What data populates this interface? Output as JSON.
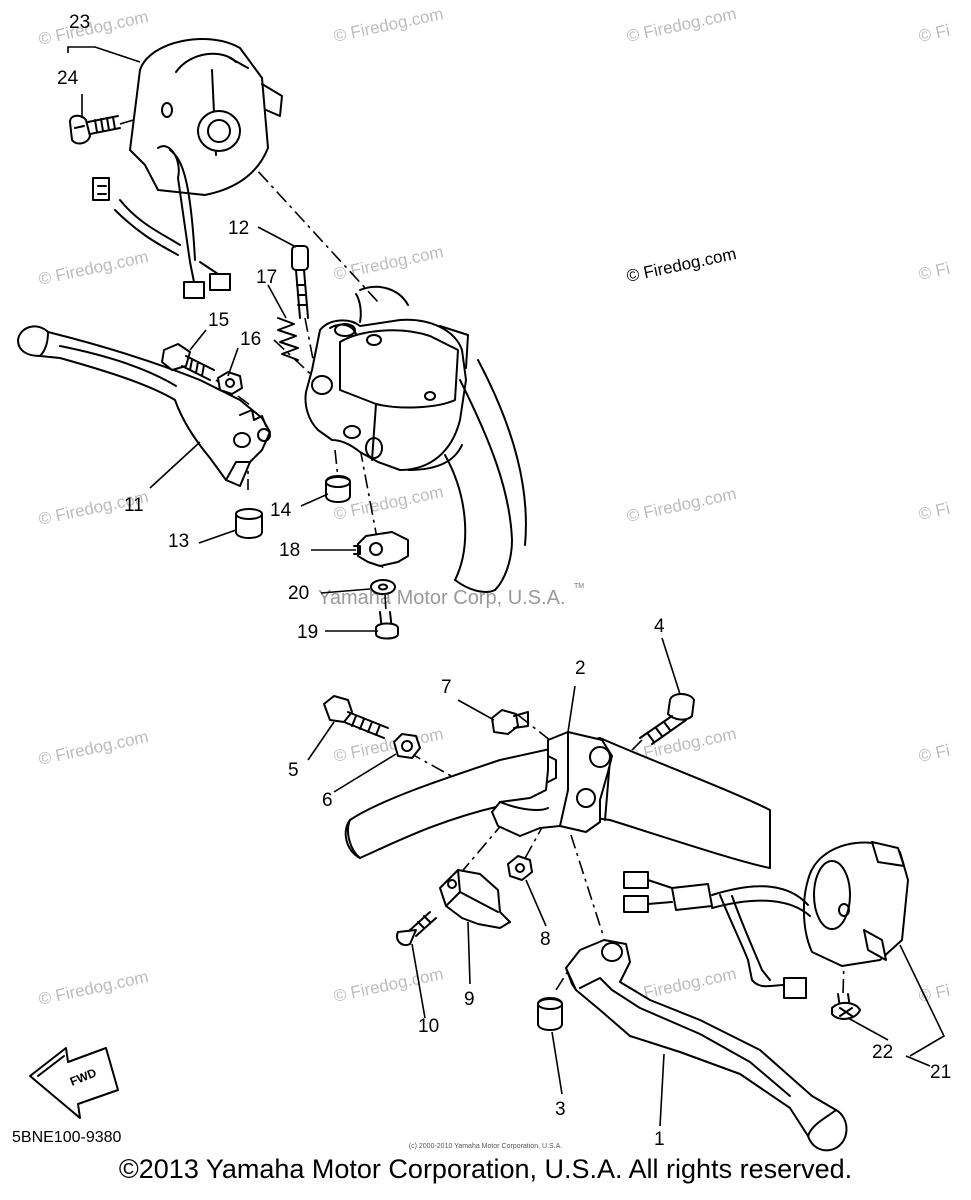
{
  "diagram": {
    "watermark_text": "© Firedog.com",
    "watermark_partial": "© Fi",
    "center_mark": "© Firedog.com",
    "yamaha_mark": "Yamaha Motor Corp, U.S.A.",
    "yamaha_tm": "TM",
    "part_code": "5BNE100-9380",
    "fwd_label": "FWD",
    "small_notice": "(c) 2000-2010 Yamaha Motor Corporation, U.S.A.",
    "copyright": "©2013 Yamaha Motor Corporation, U.S.A. All rights reserved.",
    "callouts": {
      "c1": "1",
      "c2": "2",
      "c3": "3",
      "c4": "4",
      "c5": "5",
      "c6": "6",
      "c7": "7",
      "c8": "8",
      "c9": "9",
      "c10": "10",
      "c11": "11",
      "c12": "12",
      "c13": "13",
      "c14": "14",
      "c15": "15",
      "c16": "16",
      "c17": "17",
      "c18": "18",
      "c19": "19",
      "c20": "20",
      "c21": "21",
      "c22": "22",
      "c23": "23",
      "c24": "24"
    }
  }
}
